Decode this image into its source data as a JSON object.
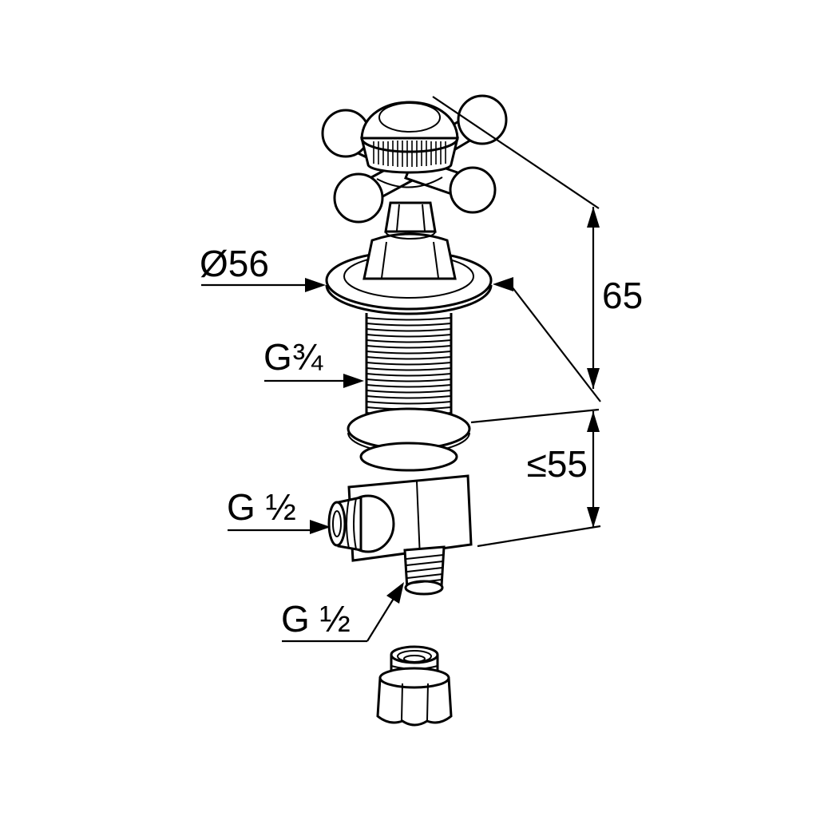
{
  "drawing": {
    "kind": "technical-line-drawing",
    "subject": "deck-mounted cross-handle valve with union nut",
    "background_color": "#ffffff",
    "line_color": "#000000"
  },
  "labels": {
    "diameter_top": "Ø56",
    "height": "65",
    "max_thickness": "≤55",
    "thread_shank": "G¾",
    "thread_side": "G ½",
    "thread_bottom": "G ½"
  }
}
